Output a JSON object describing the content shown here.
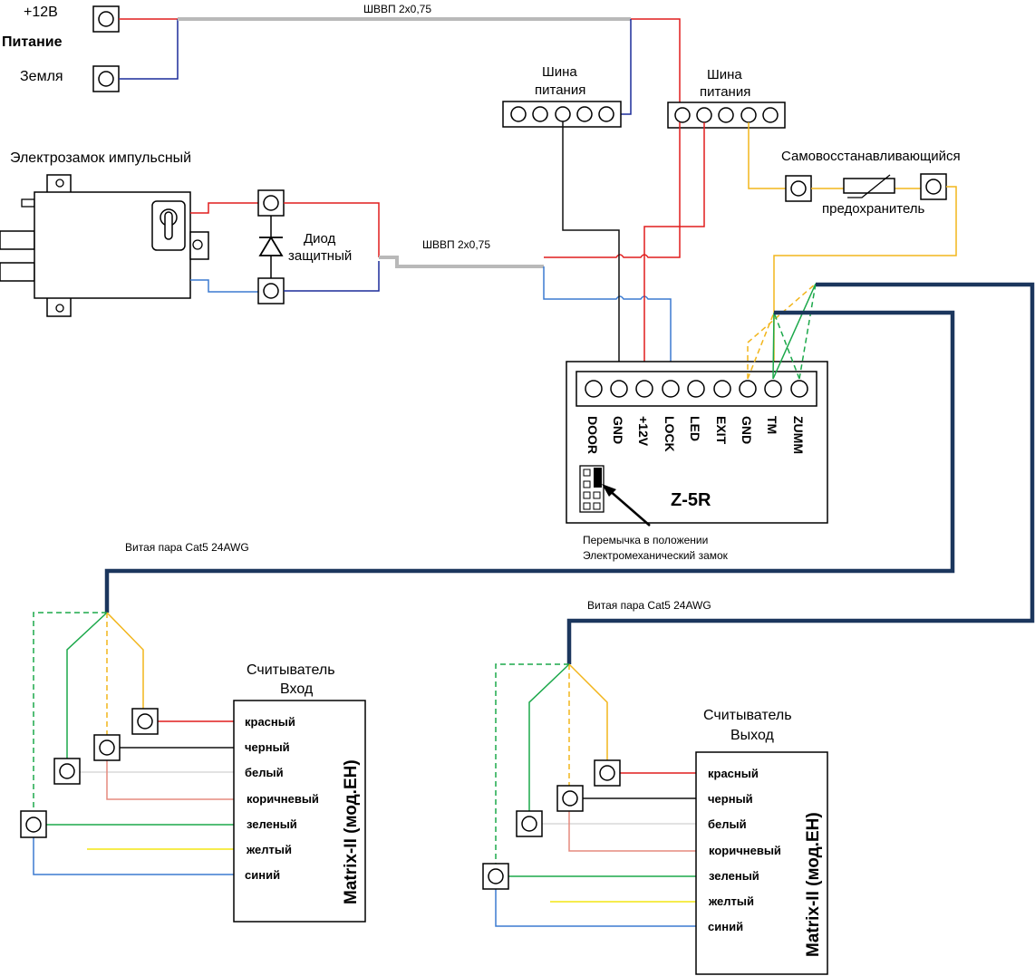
{
  "power": {
    "plus12_label": "+12В",
    "title": "Питание",
    "ground_label": "Земля",
    "cable_label": "ШВВП 2х0,75"
  },
  "bus_left": {
    "label_line1": "Шина",
    "label_line2": "питания"
  },
  "bus_right": {
    "label_line1": "Шина",
    "label_line2": "питания"
  },
  "fuse": {
    "label_top": "Самовосстанавливающийся",
    "label_bottom": "предохранитель"
  },
  "lock": {
    "title": "Электрозамок импульсный"
  },
  "diode": {
    "label_line1": "Диод",
    "label_line2": "защитный",
    "cable_label": "ШВВП 2х0,75"
  },
  "controller": {
    "name": "Z-5R",
    "terminals": [
      "DOOR",
      "GND",
      "+12V",
      "LOCK",
      "LED",
      "EXIT",
      "GND",
      "TM",
      "ZUMM"
    ],
    "jumper_note_line1": "Перемычка в положении",
    "jumper_note_line2": "Электромеханический замок"
  },
  "cable_cat5": {
    "label": "Витая пара Cat5 24AWG"
  },
  "reader_in": {
    "title_line1": "Считыватель",
    "title_line2": "Вход",
    "model": "Matrix-II (мод.EH)",
    "wires": [
      "красный",
      "черный",
      "белый",
      "коричневый",
      "зеленый",
      "желтый",
      "синий"
    ]
  },
  "reader_out": {
    "title_line1": "Считыватель",
    "title_line2": "Выход",
    "model": "Matrix-II (мод.EH)",
    "wires": [
      "красный",
      "черный",
      "белый",
      "коричневый",
      "зеленый",
      "желтый",
      "синий"
    ]
  },
  "colors": {
    "red": "#e11d1d",
    "blue": "#1c2b9a",
    "light_blue": "#3b7ad1",
    "gray": "#b9b9b9",
    "orange": "#f2b51b",
    "green": "#1ba84a",
    "navy": "#1b365d",
    "white_wire": "#d9d9d9",
    "brown_wire": "#e58a7e",
    "yellow_wire": "#f3e612",
    "black": "#111111"
  }
}
